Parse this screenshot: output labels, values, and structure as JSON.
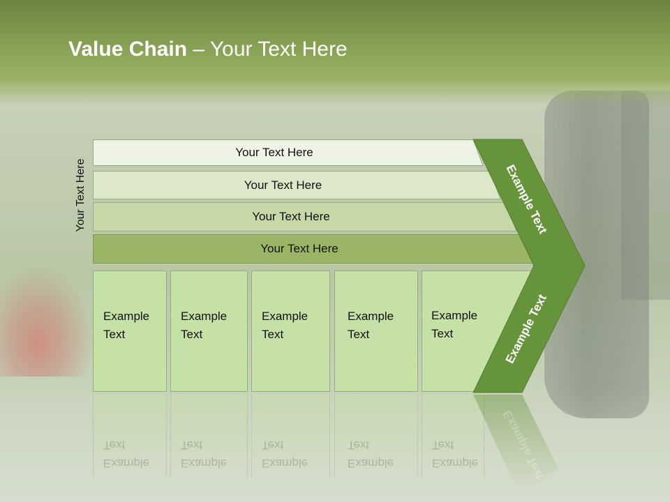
{
  "slide": {
    "title_bold": "Value Chain",
    "title_rest": " – Your Text Here",
    "side_label": "Your Text Here",
    "bars": [
      {
        "label": "Your Text Here",
        "color": "#eef3e5"
      },
      {
        "label": "Your Text Here",
        "color": "#dce8c9"
      },
      {
        "label": "Your Text Here",
        "color": "#c6d8a8"
      },
      {
        "label": "Your Text Here",
        "color": "#9bb566"
      }
    ],
    "boxes": [
      {
        "line1": "Example",
        "line2": "Text"
      },
      {
        "line1": "Example",
        "line2": "Text"
      },
      {
        "line1": "Example",
        "line2": "Text"
      },
      {
        "line1": "Example",
        "line2": "Text"
      },
      {
        "line1": "Example",
        "line2": "Text"
      }
    ],
    "chevron": {
      "upper_text": "Example Text",
      "lower_text": "Example Text",
      "color": "#66943a"
    }
  }
}
